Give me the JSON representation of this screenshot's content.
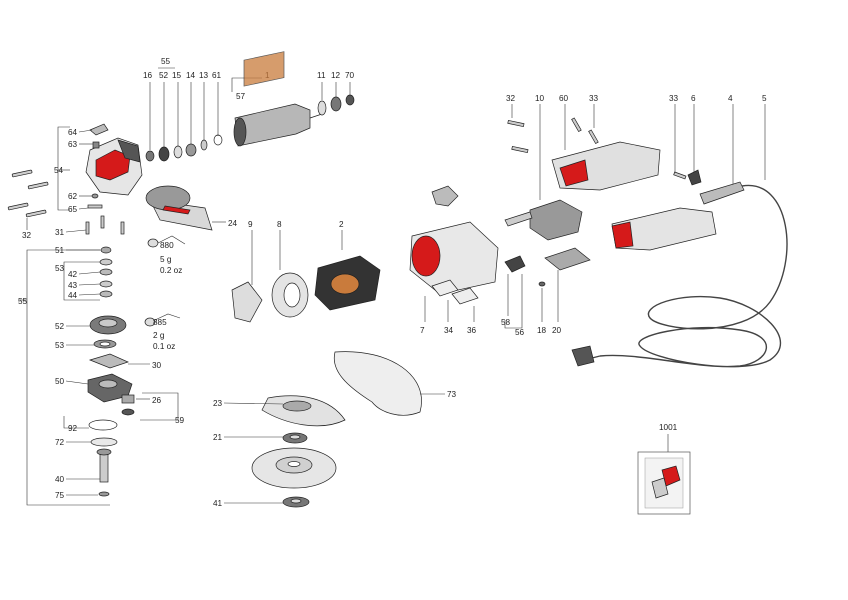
{
  "diagram": {
    "labels": {
      "l1": "1",
      "l2": "2",
      "l4": "4",
      "l5": "5",
      "l6": "6",
      "l7": "7",
      "l8": "8",
      "l9": "9",
      "l10": "10",
      "l11": "11",
      "l12": "12",
      "l13": "13",
      "l14": "14",
      "l15": "15",
      "l16": "16",
      "l18": "18",
      "l20": "20",
      "l21": "21",
      "l23": "23",
      "l24": "24",
      "l26": "26",
      "l30": "30",
      "l31": "31",
      "l32a": "32",
      "l32b": "32",
      "l33a": "33",
      "l33b": "33",
      "l34": "34",
      "l36": "36",
      "l40": "40",
      "l41": "41",
      "l42": "42",
      "l43": "43",
      "l44": "44",
      "l50": "50",
      "l51": "51",
      "l52a": "52",
      "l52b": "52",
      "l53a": "53",
      "l53b": "53",
      "l54": "54",
      "l55a": "55",
      "l55b": "55",
      "l56": "56",
      "l57": "57",
      "l58": "58",
      "l59": "59",
      "l60": "60",
      "l61": "61",
      "l62": "62",
      "l63": "63",
      "l64": "64",
      "l65": "65",
      "l70": "70",
      "l72": "72",
      "l73": "73",
      "l75": "75",
      "l92": "92",
      "l880": "880",
      "l885": "885",
      "l1001": "1001"
    },
    "notes": {
      "w880a": "5 g",
      "w880b": "0.2 oz",
      "w885a": "2 g",
      "w885b": "0.1 oz"
    }
  }
}
